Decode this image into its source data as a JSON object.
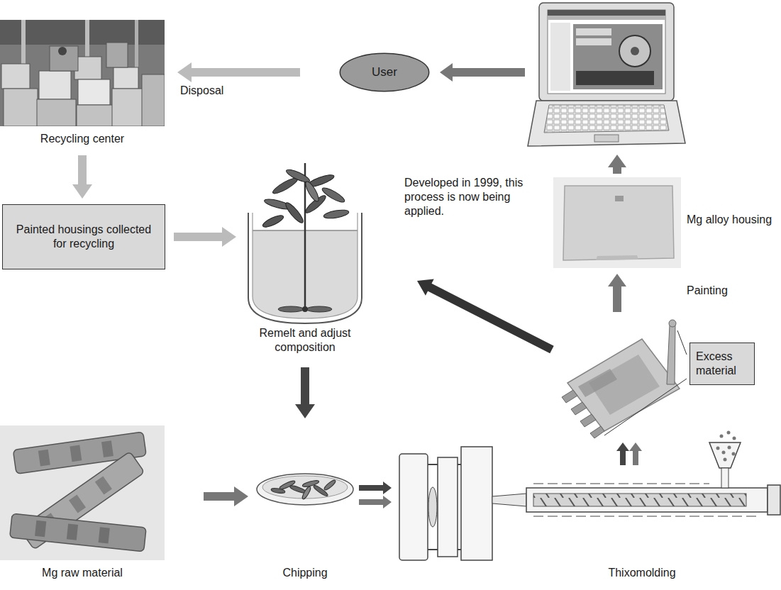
{
  "diagram": {
    "nodes": [
      {
        "text": [
          "User"
        ]
      },
      {
        "text": [
          "Recycling center"
        ]
      },
      {
        "text": [
          "Painted housings collected for recycling"
        ]
      },
      {
        "text": [
          "Remelt and adjust composition"
        ]
      },
      {
        "text": [
          "Mg raw material"
        ]
      },
      {
        "text": [
          "Chipping"
        ]
      },
      {
        "text": [
          "Thixomolding"
        ]
      },
      {
        "text": [
          "Mg alloy housing"
        ]
      },
      {
        "text": [
          "Excess material"
        ]
      }
    ],
    "edges": [
      {
        "from": 0,
        "to": 1,
        "arrow": "to",
        "label": "Disposal"
      },
      {
        "from": 1,
        "to": 2,
        "arrow": "to"
      },
      {
        "from": 2,
        "to": 3,
        "arrow": "to"
      },
      {
        "from": 3,
        "to": 5,
        "arrow": "to"
      },
      {
        "from": 4,
        "to": 5,
        "arrow": "to"
      },
      {
        "from": 5,
        "to": 6,
        "arrow": "to"
      },
      {
        "from": 5,
        "to": 6,
        "arrow": "to"
      }
    ],
    "labels": [
      "Developed in 1999, this process is now being applied.",
      "Painting"
    ]
  }
}
